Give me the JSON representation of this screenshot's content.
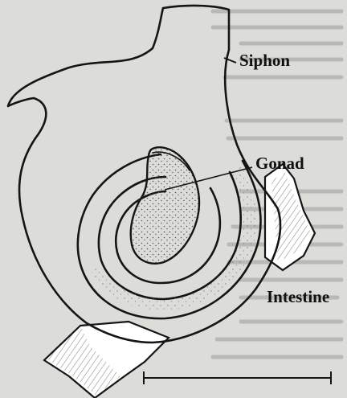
{
  "figure": {
    "labels": {
      "siphon": "Siphon",
      "gonad": "Gonad",
      "intestine": "Intestine"
    },
    "colors": {
      "background": "#dcdcd8",
      "ink": "#151515",
      "body_fill": "#ffffff",
      "stipple": "#555555",
      "bleed_through_text": "#b9b9b6"
    },
    "scale_bar": {
      "label": ""
    }
  }
}
